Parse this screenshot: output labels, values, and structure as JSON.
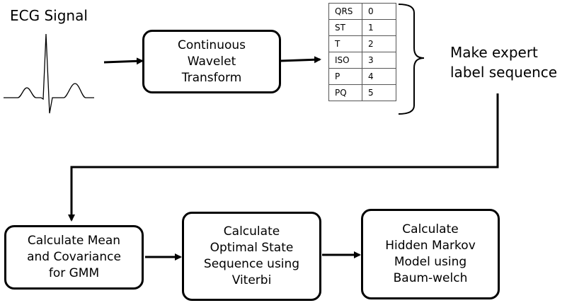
{
  "ecg": {
    "title": "ECG Signal"
  },
  "boxes": {
    "cwt": "Continuous\nWavelet\nTransform",
    "gmm": "Calculate Mean\nand Covariance\nfor GMM",
    "viterbi": "Calculate\nOptimal State\nSequence using\nViterbi",
    "hmm": "Calculate\nHidden Markov\nModel using\nBaum-welch"
  },
  "label_table": [
    {
      "label": "QRS",
      "code": "0"
    },
    {
      "label": "ST",
      "code": "1"
    },
    {
      "label": "T",
      "code": "2"
    },
    {
      "label": "ISO",
      "code": "3"
    },
    {
      "label": "P",
      "code": "4"
    },
    {
      "label": "PQ",
      "code": "5"
    }
  ],
  "expert_label": "Make expert\nlabel sequence"
}
